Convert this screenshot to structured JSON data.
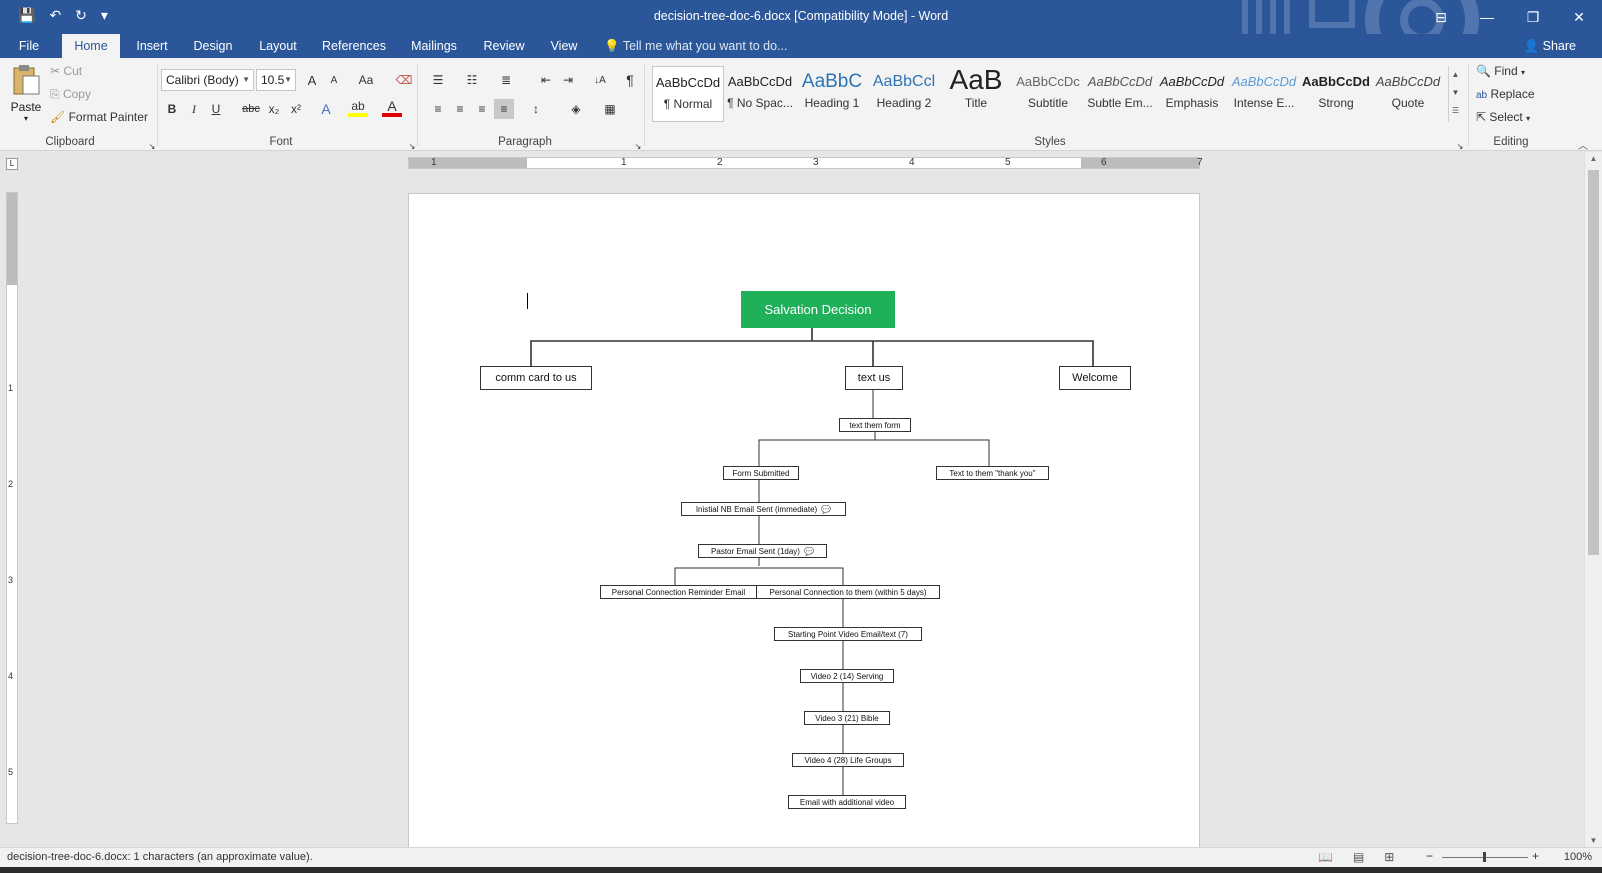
{
  "window": {
    "title": "decision-tree-doc-6.docx [Compatibility Mode] - Word",
    "controls": {
      "ribbon_opts": "⊟",
      "minimize": "—",
      "restore": "❐",
      "close": "✕"
    }
  },
  "qat": {
    "save": "💾",
    "undo": "↶",
    "redo": "↻",
    "customize": "▾"
  },
  "tabs": [
    {
      "label": "File"
    },
    {
      "label": "Home"
    },
    {
      "label": "Insert"
    },
    {
      "label": "Design"
    },
    {
      "label": "Layout"
    },
    {
      "label": "References"
    },
    {
      "label": "Mailings"
    },
    {
      "label": "Review"
    },
    {
      "label": "View"
    }
  ],
  "tellme": {
    "icon": "💡",
    "text": "Tell me what you want to do..."
  },
  "share": {
    "label": "Share"
  },
  "clipboard": {
    "group": "Clipboard",
    "paste": "Paste",
    "cut": "Cut",
    "copy": "Copy",
    "format_painter": "Format Painter"
  },
  "font": {
    "group": "Font",
    "family": "Calibri (Body)",
    "size": "10.5",
    "grow": "A",
    "shrink": "A",
    "case": "Aa",
    "bold": "B",
    "italic": "I",
    "underline": "U",
    "strike": "abc",
    "sub": "x₂",
    "sup": "x²",
    "effects": "A",
    "highlight": "ab",
    "color": "A"
  },
  "paragraph": {
    "group": "Paragraph",
    "pilcrow": "¶",
    "sort": "↓A"
  },
  "styles": {
    "group": "Styles",
    "items": [
      {
        "preview": "AaBbCcDd",
        "name": "¶ Normal"
      },
      {
        "preview": "AaBbCcDd",
        "name": "¶ No Spac..."
      },
      {
        "preview": "AaBbC",
        "name": "Heading 1"
      },
      {
        "preview": "AaBbCcl",
        "name": "Heading 2"
      },
      {
        "preview": "AaB",
        "name": "Title"
      },
      {
        "preview": "AaBbCcDc",
        "name": "Subtitle"
      },
      {
        "preview": "AaBbCcDd",
        "name": "Subtle Em..."
      },
      {
        "preview": "AaBbCcDd",
        "name": "Emphasis"
      },
      {
        "preview": "AaBbCcDd",
        "name": "Intense E..."
      },
      {
        "preview": "AaBbCcDd",
        "name": "Strong"
      },
      {
        "preview": "AaBbCcDd",
        "name": "Quote"
      }
    ]
  },
  "editing": {
    "group": "Editing",
    "find": "Find",
    "replace": "Replace",
    "select": "Select"
  },
  "ruler": {
    "h_numbers": [
      "1",
      "1",
      "2",
      "3",
      "4",
      "5",
      "6",
      "7"
    ],
    "v_numbers": [
      "1",
      "2",
      "3",
      "4",
      "5"
    ]
  },
  "diagram": {
    "root": "Salvation Decision",
    "level1": [
      "comm card to us",
      "text us",
      "Welcome"
    ],
    "text_them_form": "text them form",
    "form_submitted": "Form Submitted",
    "text_thank_you": "Text to them \"thank you\"",
    "initial_email": "Inistial NB Email Sent (immediate)",
    "pastor_email": "Pastor Email Sent (1day)",
    "reminder_email": "Personal  Connection  Reminder Email",
    "personal_connection": "Personal  Connection  to them (within 5 days)",
    "starting_point": "Starting Point Video Email/text (7)",
    "video2": "Video 2 (14) Serving",
    "video3": "Video 3 (21) Bible",
    "video4": "Video 4 (28) Life Groups",
    "email_additional": "Email with additional  video"
  },
  "statusbar": {
    "message": "decision-tree-doc-6.docx: 1 characters (an approximate value).",
    "zoom": "100%"
  },
  "colors": {
    "accent": "#2b579a",
    "root_fill": "#1fb05a"
  }
}
